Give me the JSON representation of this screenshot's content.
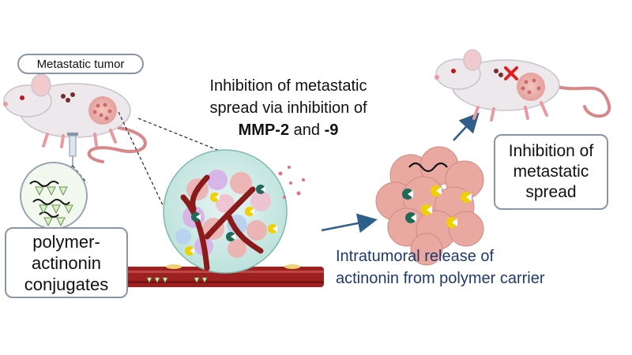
{
  "labels": {
    "tumor_tag": "Metastatic tumor",
    "conjugates": [
      "polymer-",
      "actinonin",
      "conjugates"
    ],
    "spread": [
      "Inhibition of",
      "metastatic",
      "spread"
    ]
  },
  "caption": {
    "line1": "Inhibition of metastatic",
    "line2": "spread via inhibition of",
    "line3_bold_a": "MMP-2",
    "line3_mid": " and ",
    "line3_bold_b": "-9"
  },
  "release_caption": [
    "Intratumoral release of",
    "actinonin from polymer carrier"
  ],
  "colors": {
    "mouse_body": "#ece8ec",
    "mouse_tail": "#d88888",
    "tumor": "#e8a0a0",
    "vessel": "#8b1a1a",
    "arrow": "#2e5f8a",
    "drug_yellow": "#f0d000",
    "drug_green": "#1f6b5a",
    "caption_blue": "#1f3a6e"
  }
}
